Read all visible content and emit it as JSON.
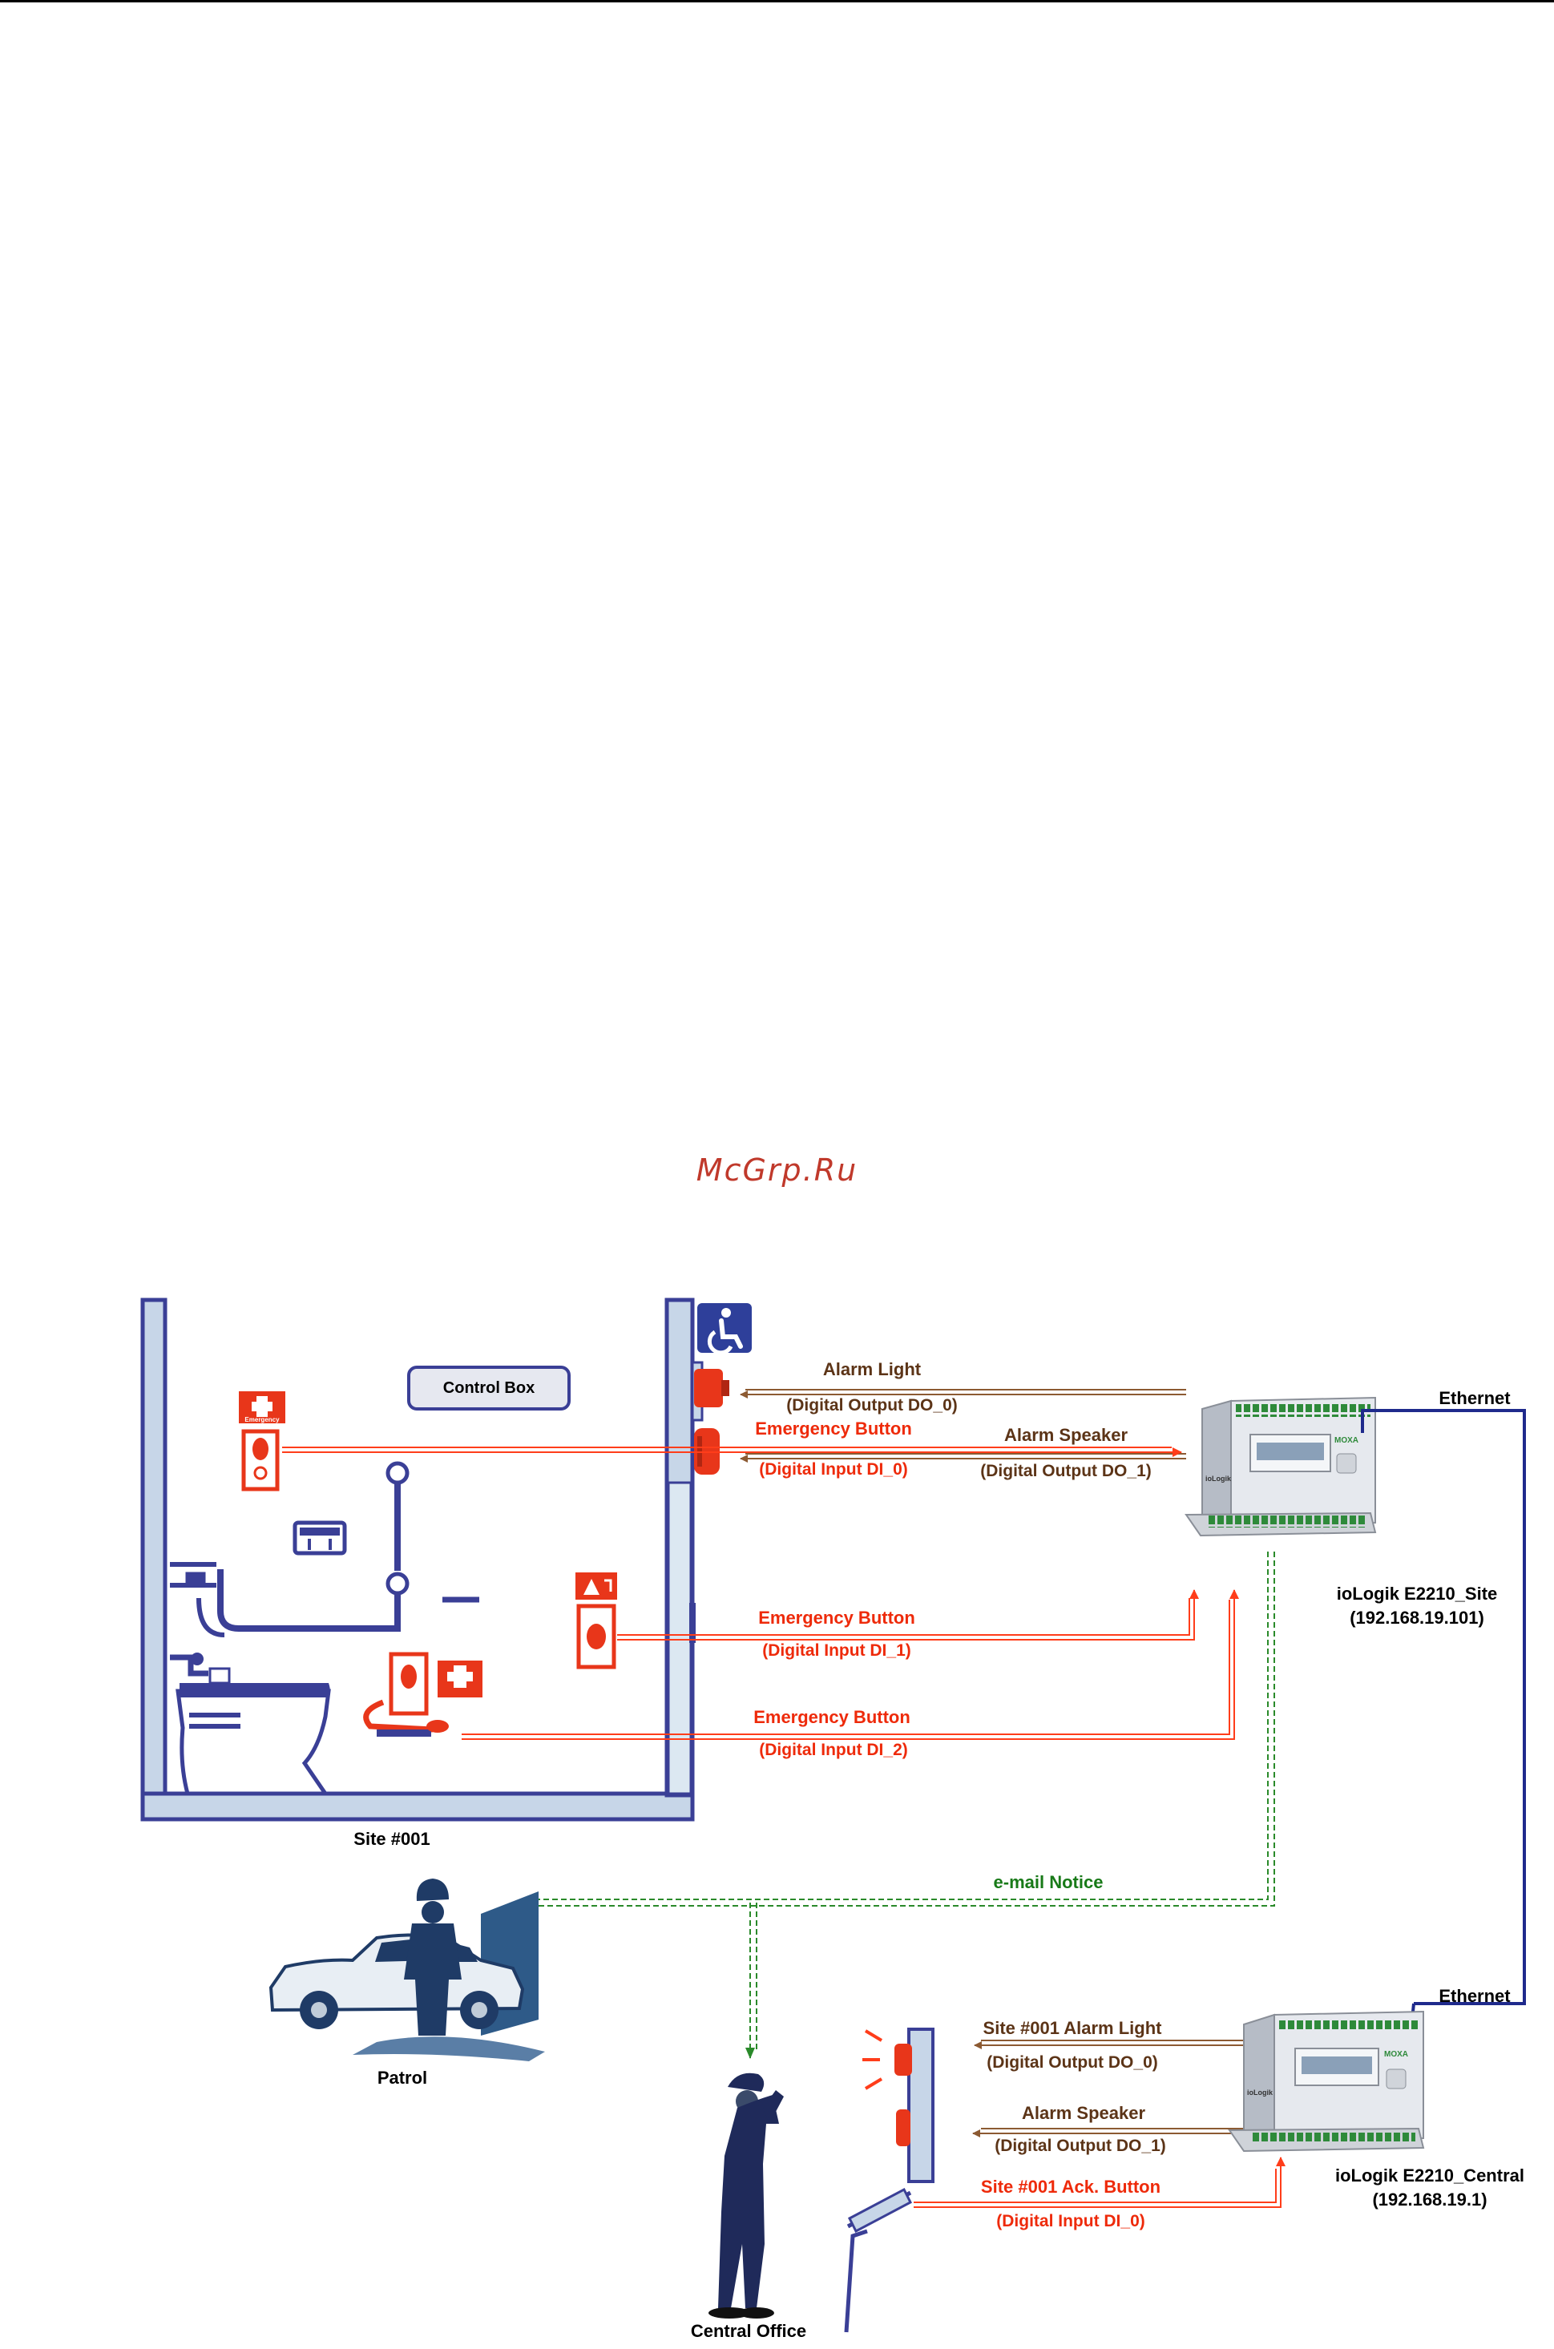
{
  "watermark": "McGrp.Ru",
  "colors": {
    "wall": "#3a3f96",
    "wall_fill": "#c7d6e8",
    "output_line": "#8c5a32",
    "input_line": "#ff3d1a",
    "email_line": "#2a8a2a",
    "network_line": "#1f2a8c",
    "output_text": "#5c3417",
    "input_text": "#ee2a0a",
    "email_text": "#187a18"
  },
  "site": {
    "label": "Site #001",
    "control_box": "Control Box",
    "sign_text": "Emergency"
  },
  "site_signals": [
    {
      "name": "Alarm Light",
      "detail": "(Digital Output DO_0)"
    },
    {
      "name": "Alarm Speaker",
      "detail": "(Digital Output DO_1)"
    },
    {
      "name": "Emergency Button",
      "detail": "(Digital Input DI_0)"
    },
    {
      "name": "Emergency Button",
      "detail": "(Digital Input DI_1)"
    },
    {
      "name": "Emergency Button",
      "detail": "(Digital Input DI_2)"
    }
  ],
  "site_device": {
    "name": "ioLogik E2210_Site",
    "ip": "(192.168.19.101)",
    "brand": "MOXA",
    "model": "ioLogik"
  },
  "central_device": {
    "name": "ioLogik E2210_Central",
    "ip": "(192.168.19.1)",
    "brand": "MOXA",
    "model": "ioLogik"
  },
  "network": {
    "top_label": "Ethernet",
    "bottom_label": "Ethernet"
  },
  "email_notice": "e-mail Notice",
  "patrol_label": "Patrol",
  "central_office_label": "Central Office",
  "central_signals": [
    {
      "name": "Site #001 Alarm Light",
      "detail": "(Digital Output DO_0)"
    },
    {
      "name": "Alarm Speaker",
      "detail": "(Digital Output DO_1)"
    },
    {
      "name": "Site #001 Ack. Button",
      "detail": "(Digital Input DI_0)"
    }
  ]
}
